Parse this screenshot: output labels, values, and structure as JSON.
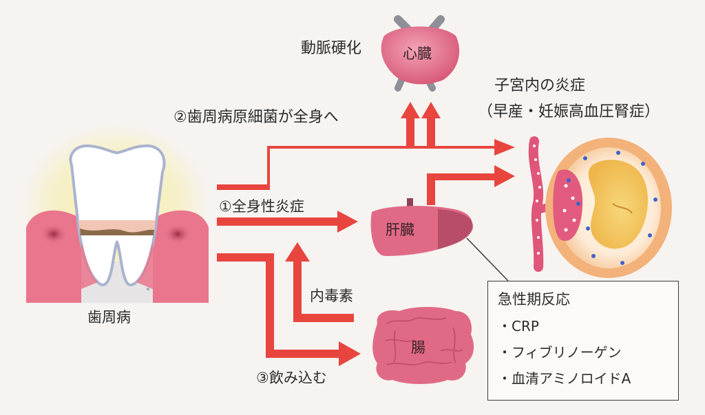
{
  "diagram": {
    "organs": {
      "heart": "心臓",
      "liver": "肝臓",
      "intestine": "腸",
      "periodontal": "歯周病"
    },
    "labels": {
      "arteriosclerosis": "動脈硬化",
      "uterine_inflammation": "子宮内の炎症",
      "uterine_detail": "（早産・妊娠高血圧腎症）",
      "route2": "②歯周病原細菌が全身へ",
      "route1": "①全身性炎症",
      "endotoxin": "内毒素",
      "route3": "③飲み込む"
    },
    "callout": {
      "title": "急性期反応",
      "items": [
        "・CRP",
        "・フィブリノーゲン",
        "・血清アミノロイドA"
      ]
    },
    "colors": {
      "arrow": "#e8453f",
      "gum": "#e9768c",
      "organ": "#e06a86",
      "liver_dark": "#b34a66",
      "tooth_outline": "#a9b3cf",
      "glow": "#f7eea6",
      "uterus_ring": "#f2b27a",
      "fetus": "#f4c95d"
    }
  }
}
